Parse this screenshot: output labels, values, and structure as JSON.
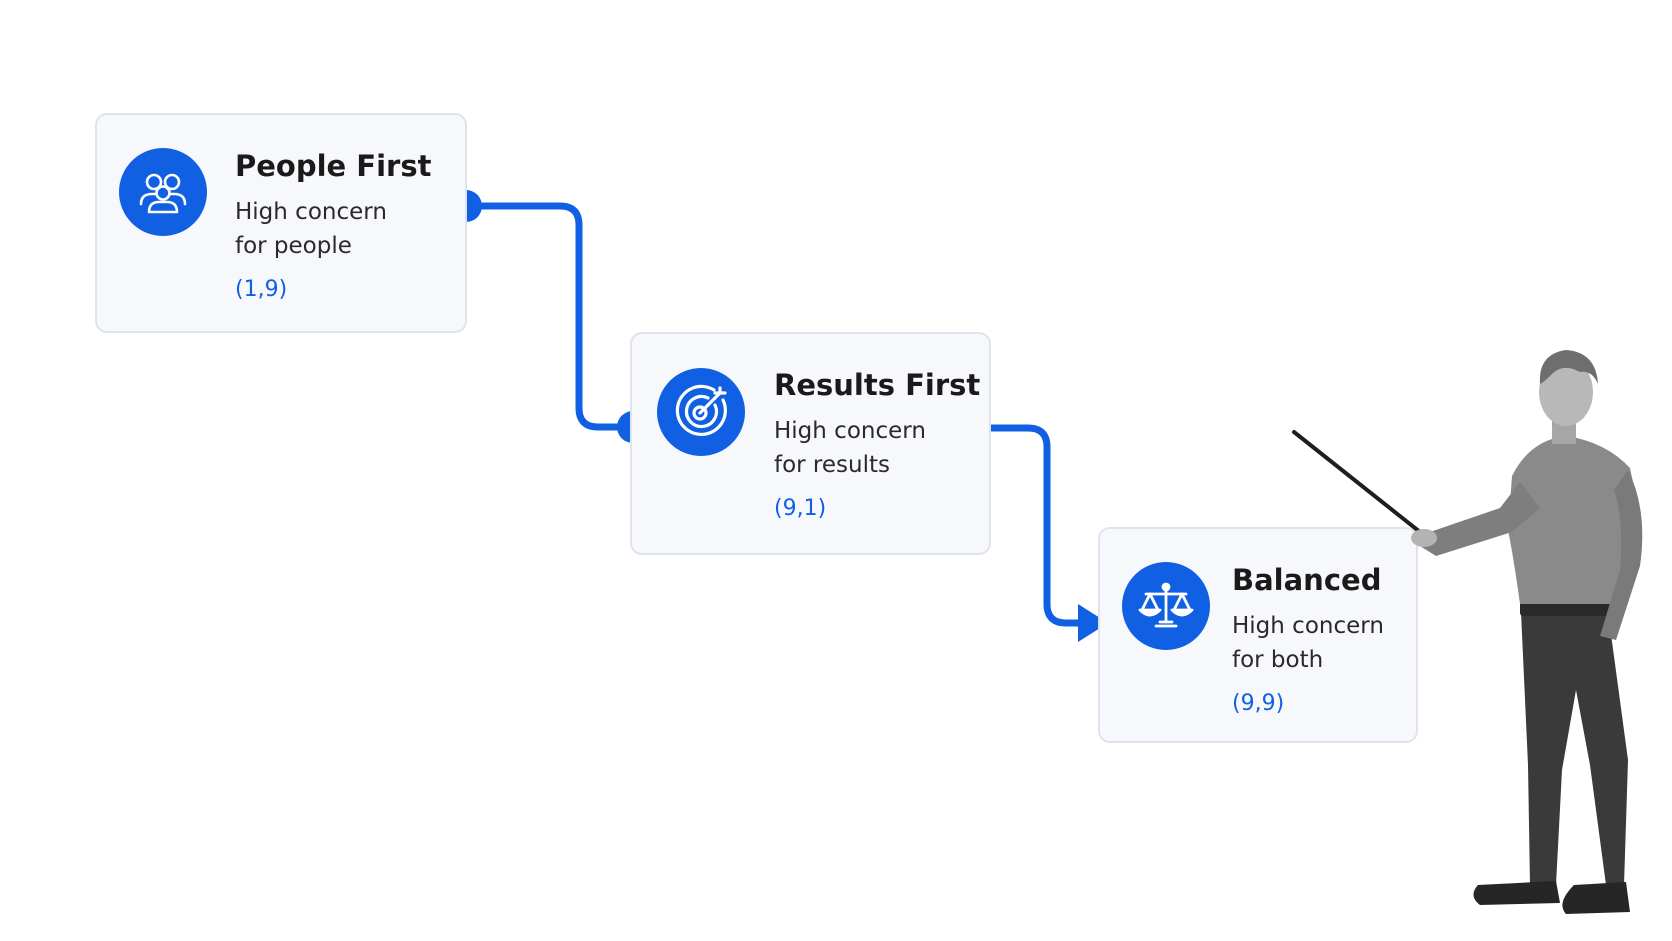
{
  "diagram": {
    "colors": {
      "accent": "#1160e3",
      "card_background": "#f6f8fb",
      "card_border": "#dfe4ec"
    },
    "steps": [
      {
        "title": "People First",
        "desc_line1": "High concern",
        "desc_line2": "for people",
        "coord": "(1,9)",
        "icon": "people-group-icon"
      },
      {
        "title": "Results First",
        "desc_line1": "High concern",
        "desc_line2": "for results",
        "coord": "(9,1)",
        "icon": "target-icon"
      },
      {
        "title": "Balanced",
        "desc_line1": "High concern",
        "desc_line2": "for both",
        "coord": "(9,9)",
        "icon": "balance-scale-icon"
      }
    ],
    "presenter": {
      "icon": "presenter-with-pointer-illustration"
    }
  }
}
